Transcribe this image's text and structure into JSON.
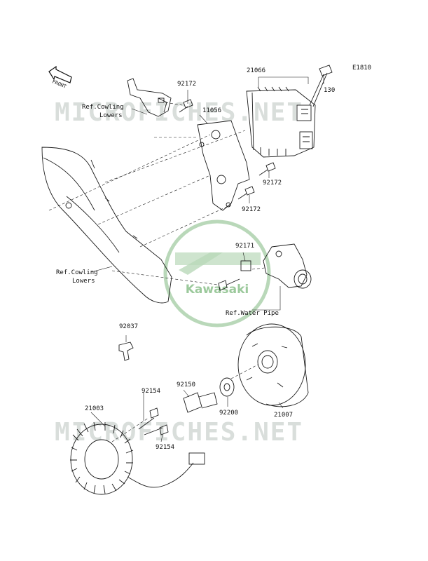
{
  "diagram_code": "E1810",
  "front_arrow": "FRONT",
  "watermark": "MICROFICHES.NET",
  "logo_text": "Kawasaki",
  "labels": {
    "p92172a": "92172",
    "p21066": "21066",
    "p130": "130",
    "p11056": "11056",
    "ref_cowling_1": "Ref.Cowling",
    "lowers_1": "Lowers",
    "p92172b": "92172",
    "p92172c": "92172",
    "p92171": "92171",
    "ref_cowling_2": "Ref.Cowling",
    "lowers_2": "Lowers",
    "ref_water_pipe": "Ref.Water Pipe",
    "p92037": "92037",
    "p92154a": "92154",
    "p92150": "92150",
    "p21003": "21003",
    "p92200": "92200",
    "p21007": "21007",
    "p92154b": "92154"
  },
  "colors": {
    "line": "#1a1a1a",
    "watermark": "#d4d9d6",
    "logo": "#b9d8b9"
  }
}
